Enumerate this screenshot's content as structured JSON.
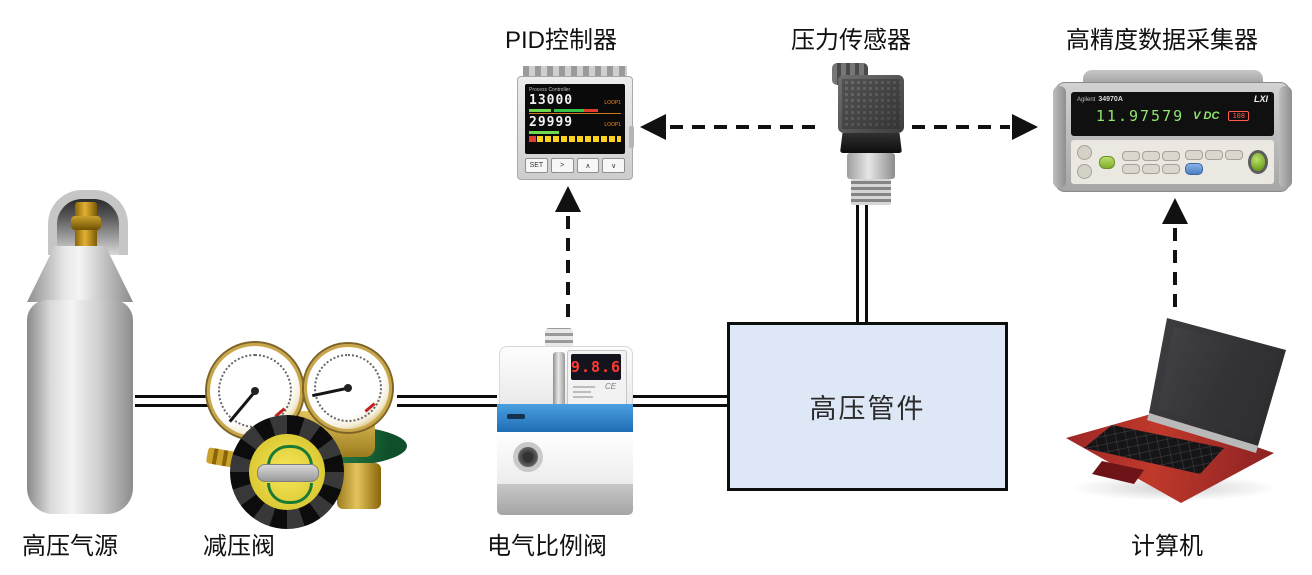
{
  "labels": {
    "pid_controller": "PID控制器",
    "pressure_sensor": "压力传感器",
    "daq": "高精度数据采集器",
    "gas_source": "高压气源",
    "reducing_valve": "减压阀",
    "proportional_valve": "电气比例阀",
    "pipe_box": "高压管件",
    "computer": "计算机"
  },
  "pid": {
    "title": "Process Controller",
    "value1": "13000",
    "loop1": "LOOP1",
    "value2": "29999",
    "loop2": "LOOP1",
    "buttons": [
      "SET",
      ">",
      "∧",
      "∨"
    ]
  },
  "prop_valve": {
    "display": "9.8.6",
    "ce_mark": "CE"
  },
  "daq_unit": {
    "brand": "Agilent",
    "model": "34970A",
    "logo": "LXI",
    "reading": "11.97579",
    "unit": "V DC",
    "badge": "108"
  },
  "colors": {
    "box_fill": "#dde7f6",
    "line_black": "#0d0d0d",
    "valve_blue": "#1f6cb4",
    "display_green": "#8ee86e",
    "digit_red": "#ff3b30"
  }
}
